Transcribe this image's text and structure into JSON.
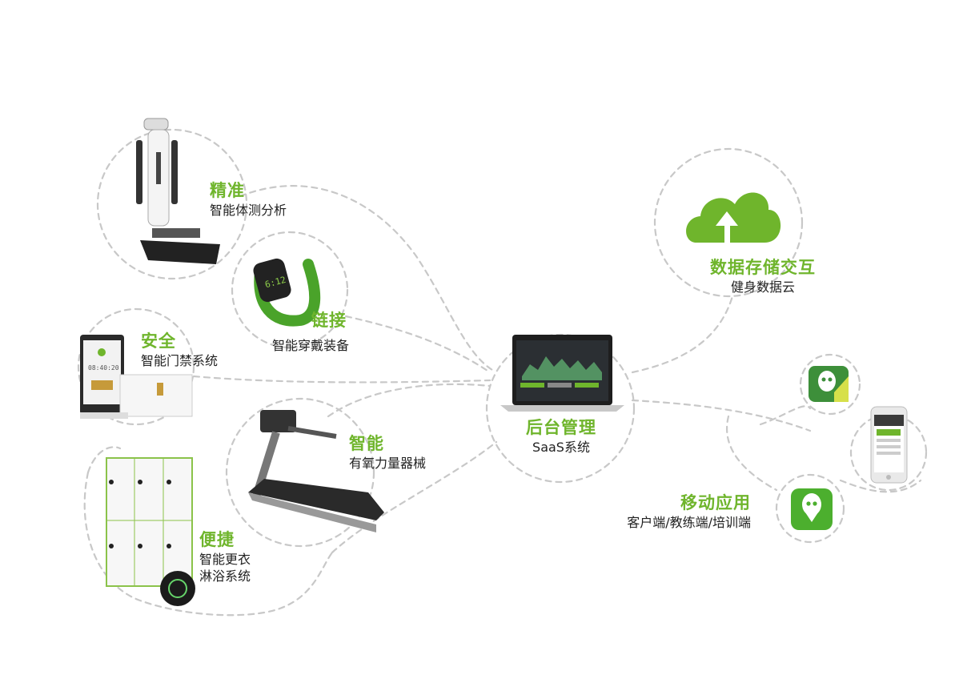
{
  "colors": {
    "accent": "#6fb52c",
    "dash": "#c8c8c8",
    "text": "#222222"
  },
  "nodes": {
    "body_scan": {
      "title": "精准",
      "subtitle": "智能体测分析"
    },
    "wearable": {
      "title": "链接",
      "subtitle": "智能穿戴装备"
    },
    "access": {
      "title": "安全",
      "subtitle": "智能门禁系统"
    },
    "cardio": {
      "title": "智能",
      "subtitle": "有氧力量器械"
    },
    "locker": {
      "title": "便捷",
      "subtitle_line1": "智能更衣",
      "subtitle_line2": "淋浴系统"
    },
    "saas": {
      "title": "后台管理",
      "subtitle": "SaaS系统"
    },
    "cloud": {
      "title": "数据存储交互",
      "subtitle": "健身数据云"
    },
    "mobile": {
      "title": "移动应用",
      "subtitle": "客户端/教练端/培训端"
    }
  },
  "icons": {
    "body_scan": "body-composition-scale-icon",
    "wearable": "fitness-band-icon",
    "access": "access-terminal-icon",
    "cardio": "treadmill-icon",
    "locker": "smart-locker-icon",
    "saas": "laptop-dashboard-icon",
    "cloud": "cloud-upload-icon",
    "app_a": "app-icon",
    "app_b": "app-icon",
    "phone": "smartphone-icon"
  },
  "screens": {
    "access_time": "08:40:20"
  }
}
